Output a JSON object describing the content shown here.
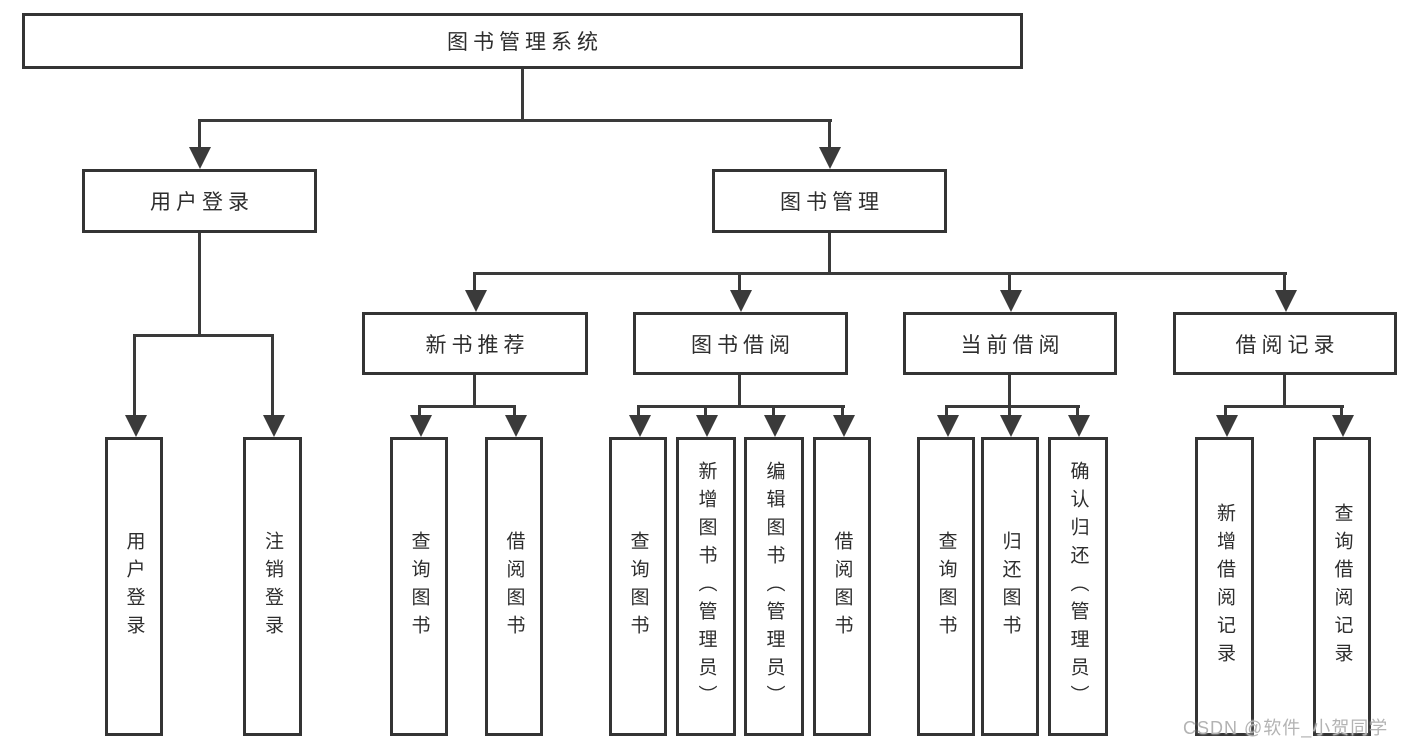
{
  "diagram": {
    "type": "tree-structure-chart",
    "background": "#ffffff",
    "line_color": "#3a3a3a",
    "box_border_color": "#343434",
    "text_color": "#2d2d2d",
    "root": {
      "label": "图书管理系统"
    },
    "level2": [
      {
        "label": "用户登录"
      },
      {
        "label": "图书管理"
      }
    ],
    "level3": [
      {
        "label": "新书推荐"
      },
      {
        "label": "图书借阅"
      },
      {
        "label": "当前借阅"
      },
      {
        "label": "借阅记录"
      }
    ],
    "leaves": [
      {
        "label": "用户登录",
        "parent": "用户登录"
      },
      {
        "label": "注销登录",
        "parent": "用户登录"
      },
      {
        "label": "查询图书",
        "parent": "新书推荐"
      },
      {
        "label": "借阅图书",
        "parent": "新书推荐"
      },
      {
        "label": "查询图书",
        "parent": "图书借阅"
      },
      {
        "label": "新增图书（管理员）",
        "parent": "图书借阅"
      },
      {
        "label": "编辑图书（管理员）",
        "parent": "图书借阅"
      },
      {
        "label": "借阅图书",
        "parent": "图书借阅"
      },
      {
        "label": "查询图书",
        "parent": "当前借阅"
      },
      {
        "label": "归还图书",
        "parent": "当前借阅"
      },
      {
        "label": "确认归还（管理员）",
        "parent": "当前借阅"
      },
      {
        "label": "新增借阅记录",
        "parent": "借阅记录"
      },
      {
        "label": "查询借阅记录",
        "parent": "借阅记录"
      }
    ],
    "watermark": {
      "text": "CSDN @软件_小贺同学",
      "color": "#b3b3b3"
    }
  }
}
